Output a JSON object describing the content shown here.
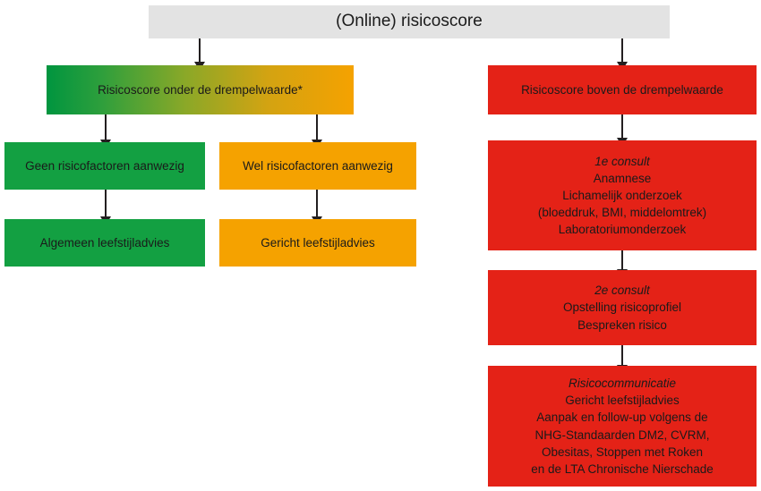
{
  "diagram": {
    "title": "(Online) risicoscore",
    "colors": {
      "title_bg": "#e3e3e3",
      "green": "#13a042",
      "orange": "#f5a200",
      "red": "#e42217",
      "text": "#1a1a1a",
      "arrow": "#231f20",
      "gradient_from": "#00953f",
      "gradient_to": "#f5a200"
    },
    "nodes": {
      "root": {
        "label": "(Online) risicoscore"
      },
      "below_threshold": {
        "label": "Risicoscore onder de drempelwaarde*"
      },
      "no_riskfactors": {
        "label": "Geen risicofactoren aanwezig"
      },
      "yes_riskfactors": {
        "label": "Wel risicofactoren aanwezig"
      },
      "general_advice": {
        "label": "Algemeen leefstijladvies"
      },
      "targeted_advice": {
        "label": "Gericht leefstijladvies"
      },
      "above_threshold": {
        "label": "Risicoscore boven de drempelwaarde"
      },
      "consult_1": {
        "lines": [
          {
            "text": "1e consult",
            "italic": true
          },
          {
            "text": "Anamnese",
            "italic": false
          },
          {
            "text": "Lichamelijk onderzoek",
            "italic": false
          },
          {
            "text": "(bloeddruk, BMI, middelomtrek)",
            "italic": false
          },
          {
            "text": "Laboratoriumonderzoek",
            "italic": false
          }
        ]
      },
      "consult_2": {
        "lines": [
          {
            "text": "2e consult",
            "italic": true
          },
          {
            "text": "Opstelling risicoprofiel",
            "italic": false
          },
          {
            "text": "Bespreken risico",
            "italic": false
          }
        ]
      },
      "risk_communication": {
        "lines": [
          {
            "text": "Risicocommunicatie",
            "italic": true
          },
          {
            "text": "Gericht leefstijladvies",
            "italic": false
          },
          {
            "text": "Aanpak en follow-up volgens de",
            "italic": false
          },
          {
            "text": "NHG-Standaarden DM2, CVRM,",
            "italic": false
          },
          {
            "text": "Obesitas, Stoppen met Roken",
            "italic": false
          },
          {
            "text": "en de LTA Chronische Nierschade",
            "italic": false
          }
        ]
      }
    },
    "edges": [
      {
        "from": "root",
        "to": "below_threshold"
      },
      {
        "from": "root",
        "to": "above_threshold"
      },
      {
        "from": "below_threshold",
        "to": "no_riskfactors"
      },
      {
        "from": "below_threshold",
        "to": "yes_riskfactors"
      },
      {
        "from": "no_riskfactors",
        "to": "general_advice"
      },
      {
        "from": "yes_riskfactors",
        "to": "targeted_advice"
      },
      {
        "from": "above_threshold",
        "to": "consult_1"
      },
      {
        "from": "consult_1",
        "to": "consult_2"
      },
      {
        "from": "consult_2",
        "to": "risk_communication"
      }
    ]
  }
}
